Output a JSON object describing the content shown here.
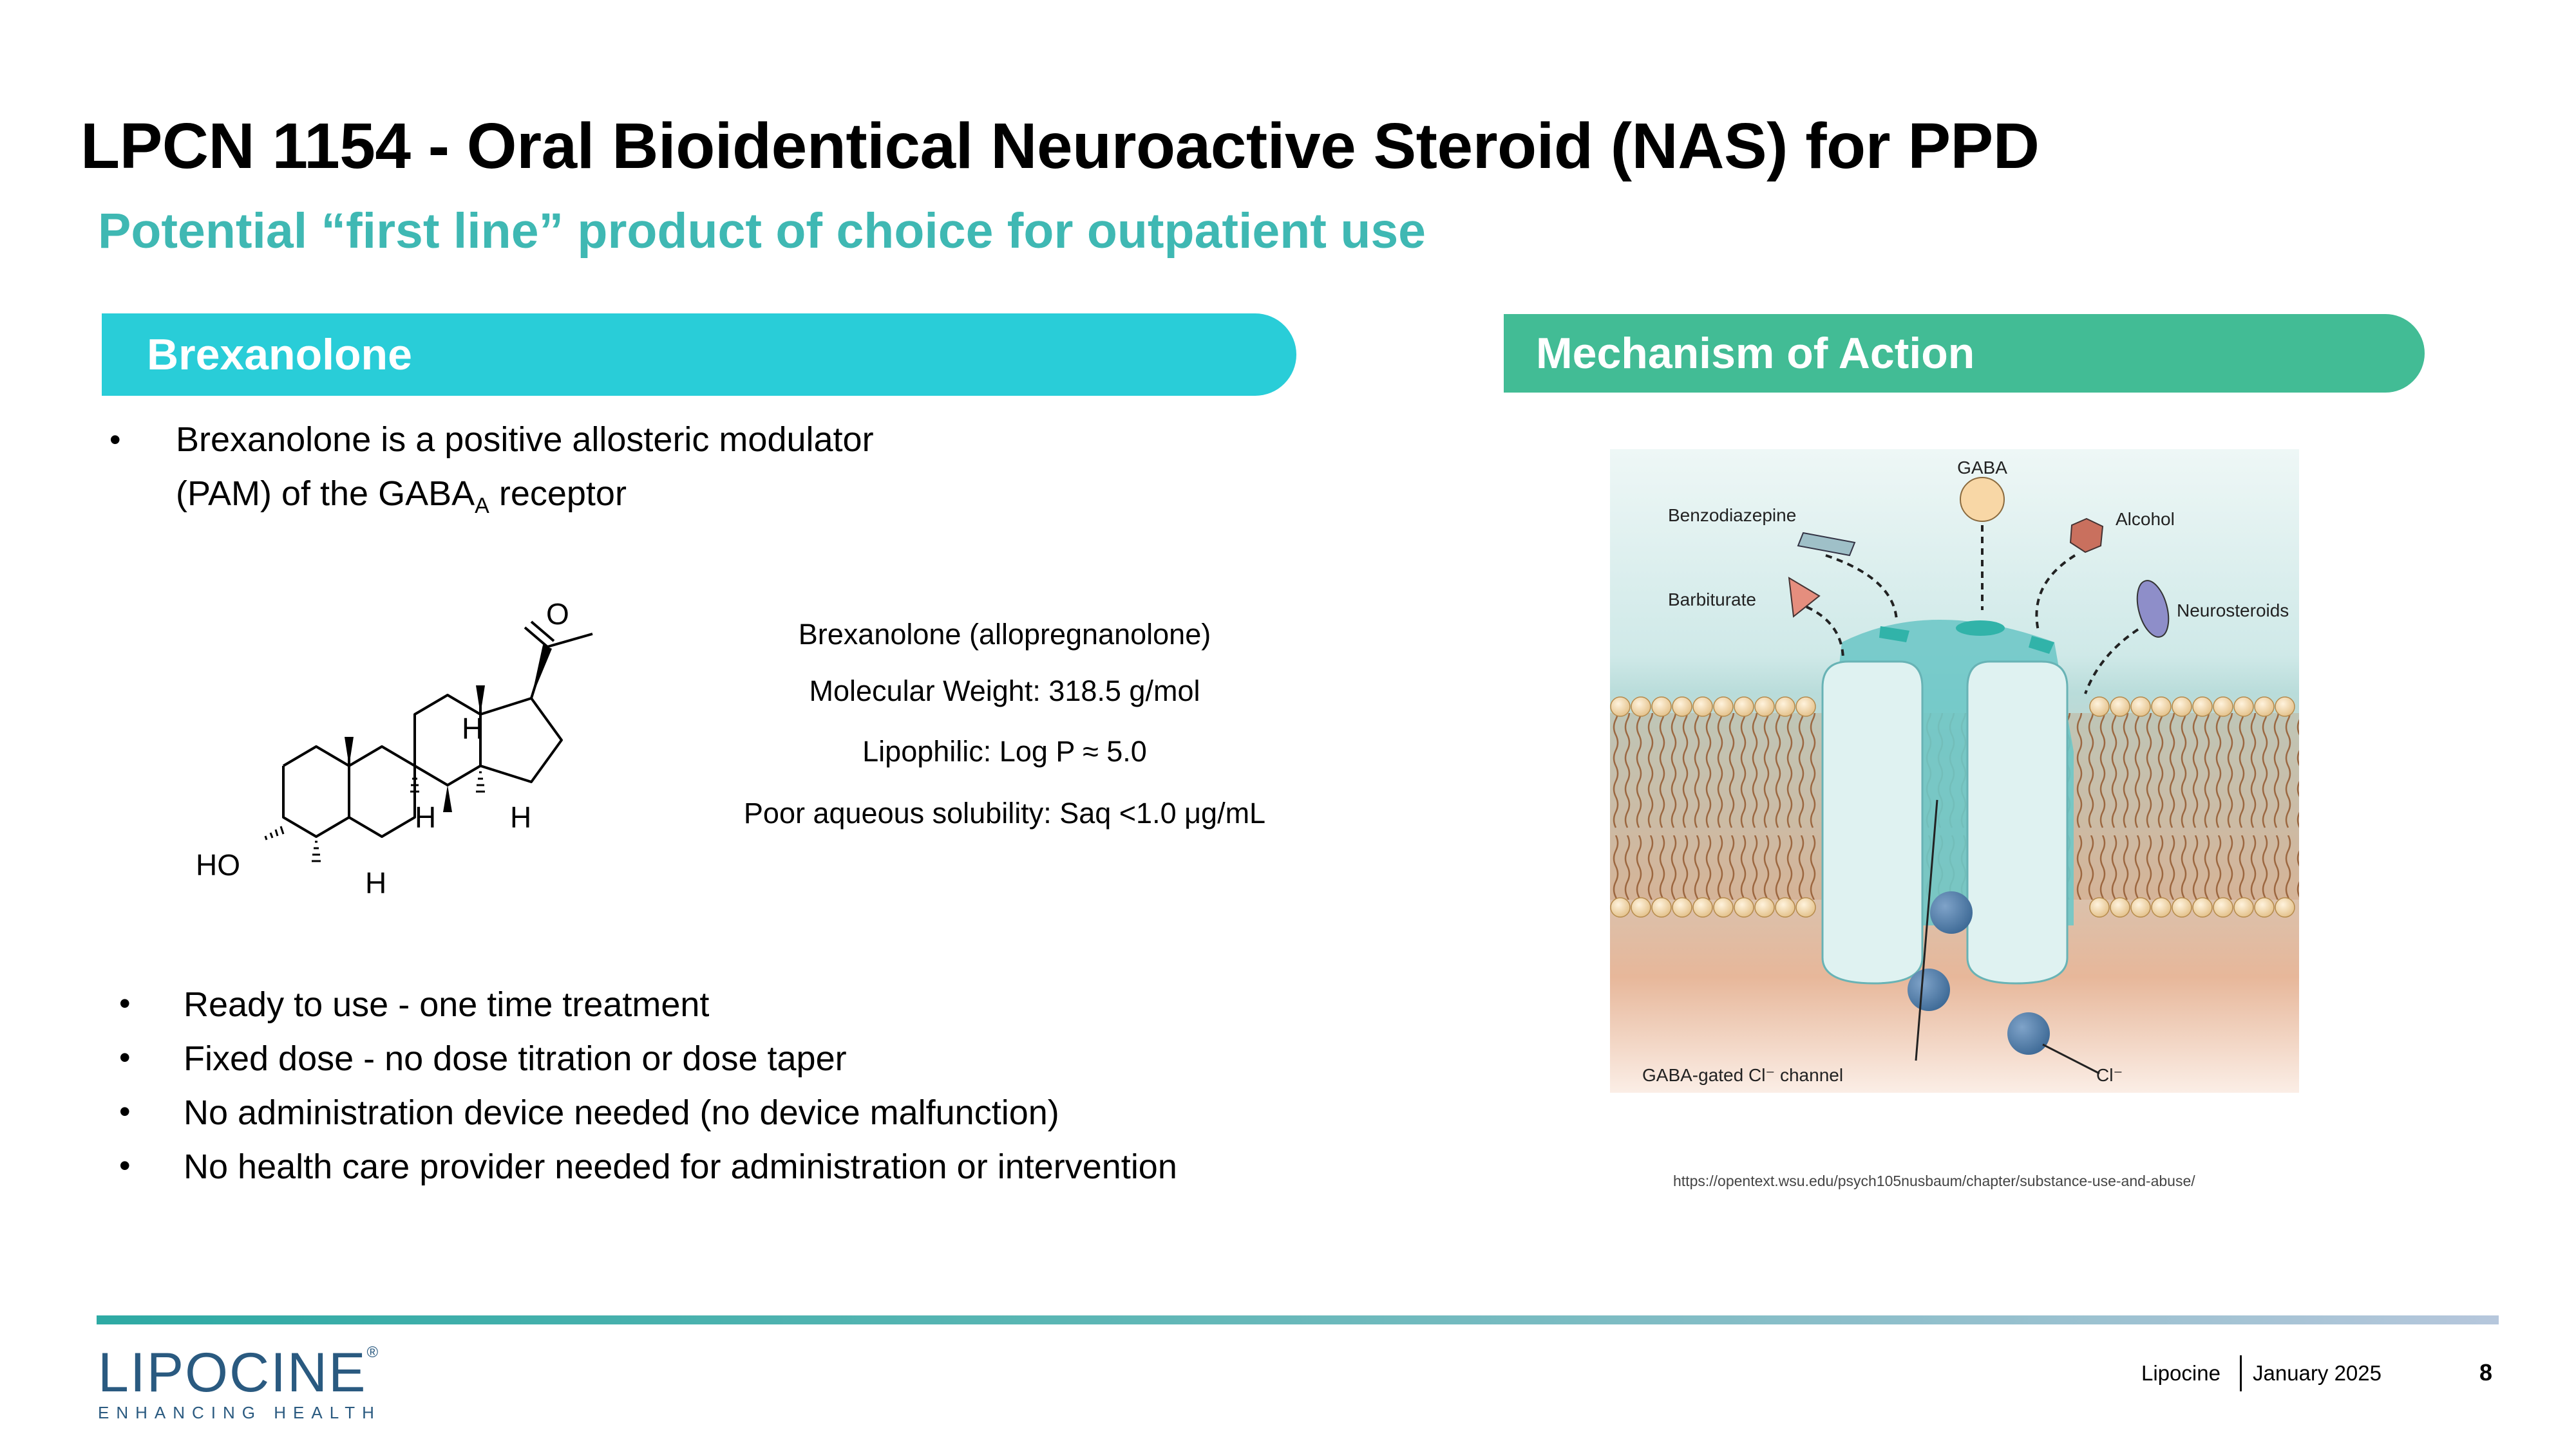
{
  "slide": {
    "title": "LPCN 1154 - Oral Bioidentical Neuroactive Steroid (NAS) for PPD",
    "subtitle": "Potential “first line” product of choice for outpatient use"
  },
  "left_panel": {
    "header": "Brexanolone",
    "intro_bullet_line1": "Brexanolone is a positive allosteric modulator",
    "intro_bullet_line2_pre": "(PAM) of the GABA",
    "intro_bullet_line2_sub": "A",
    "intro_bullet_line2_post": " receptor",
    "structure_labels": {
      "oxygen": "O",
      "hydroxyl": "HO",
      "h_top": "H",
      "h_mid_left": "H",
      "h_mid_right": "H",
      "h_bottom": "H"
    },
    "facts": [
      "Brexanolone (allopregnanolone)",
      "Molecular Weight: 318.5 g/mol",
      "Lipophilic: Log P ≈ 5.0",
      "Poor aqueous solubility: Saq <1.0 μg/mL"
    ],
    "bullets": [
      "Ready to use - one time treatment",
      "Fixed dose - no dose titration or dose taper",
      "No administration device needed (no device malfunction)",
      "No health care provider needed for administration or intervention"
    ],
    "bullet_marker": "•"
  },
  "right_panel": {
    "header": "Mechanism of Action",
    "diagram_labels": {
      "gaba": "GABA",
      "benzodiazepine": "Benzodiazepine",
      "alcohol": "Alcohol",
      "barbiturate": "Barbiturate",
      "neurosteroids": "Neurosteroids",
      "channel": "GABA-gated Cl⁻ channel",
      "chloride": "Cl⁻"
    },
    "source": "https://opentext.wsu.edu/psych105nusbaum/chapter/substance-use-and-abuse/"
  },
  "footer": {
    "logo_text": "LIPOCINE",
    "logo_mark": "®",
    "logo_tagline": "ENHANCING HEALTH",
    "company": "Lipocine",
    "date": "January 2025",
    "page_number": "8"
  }
}
